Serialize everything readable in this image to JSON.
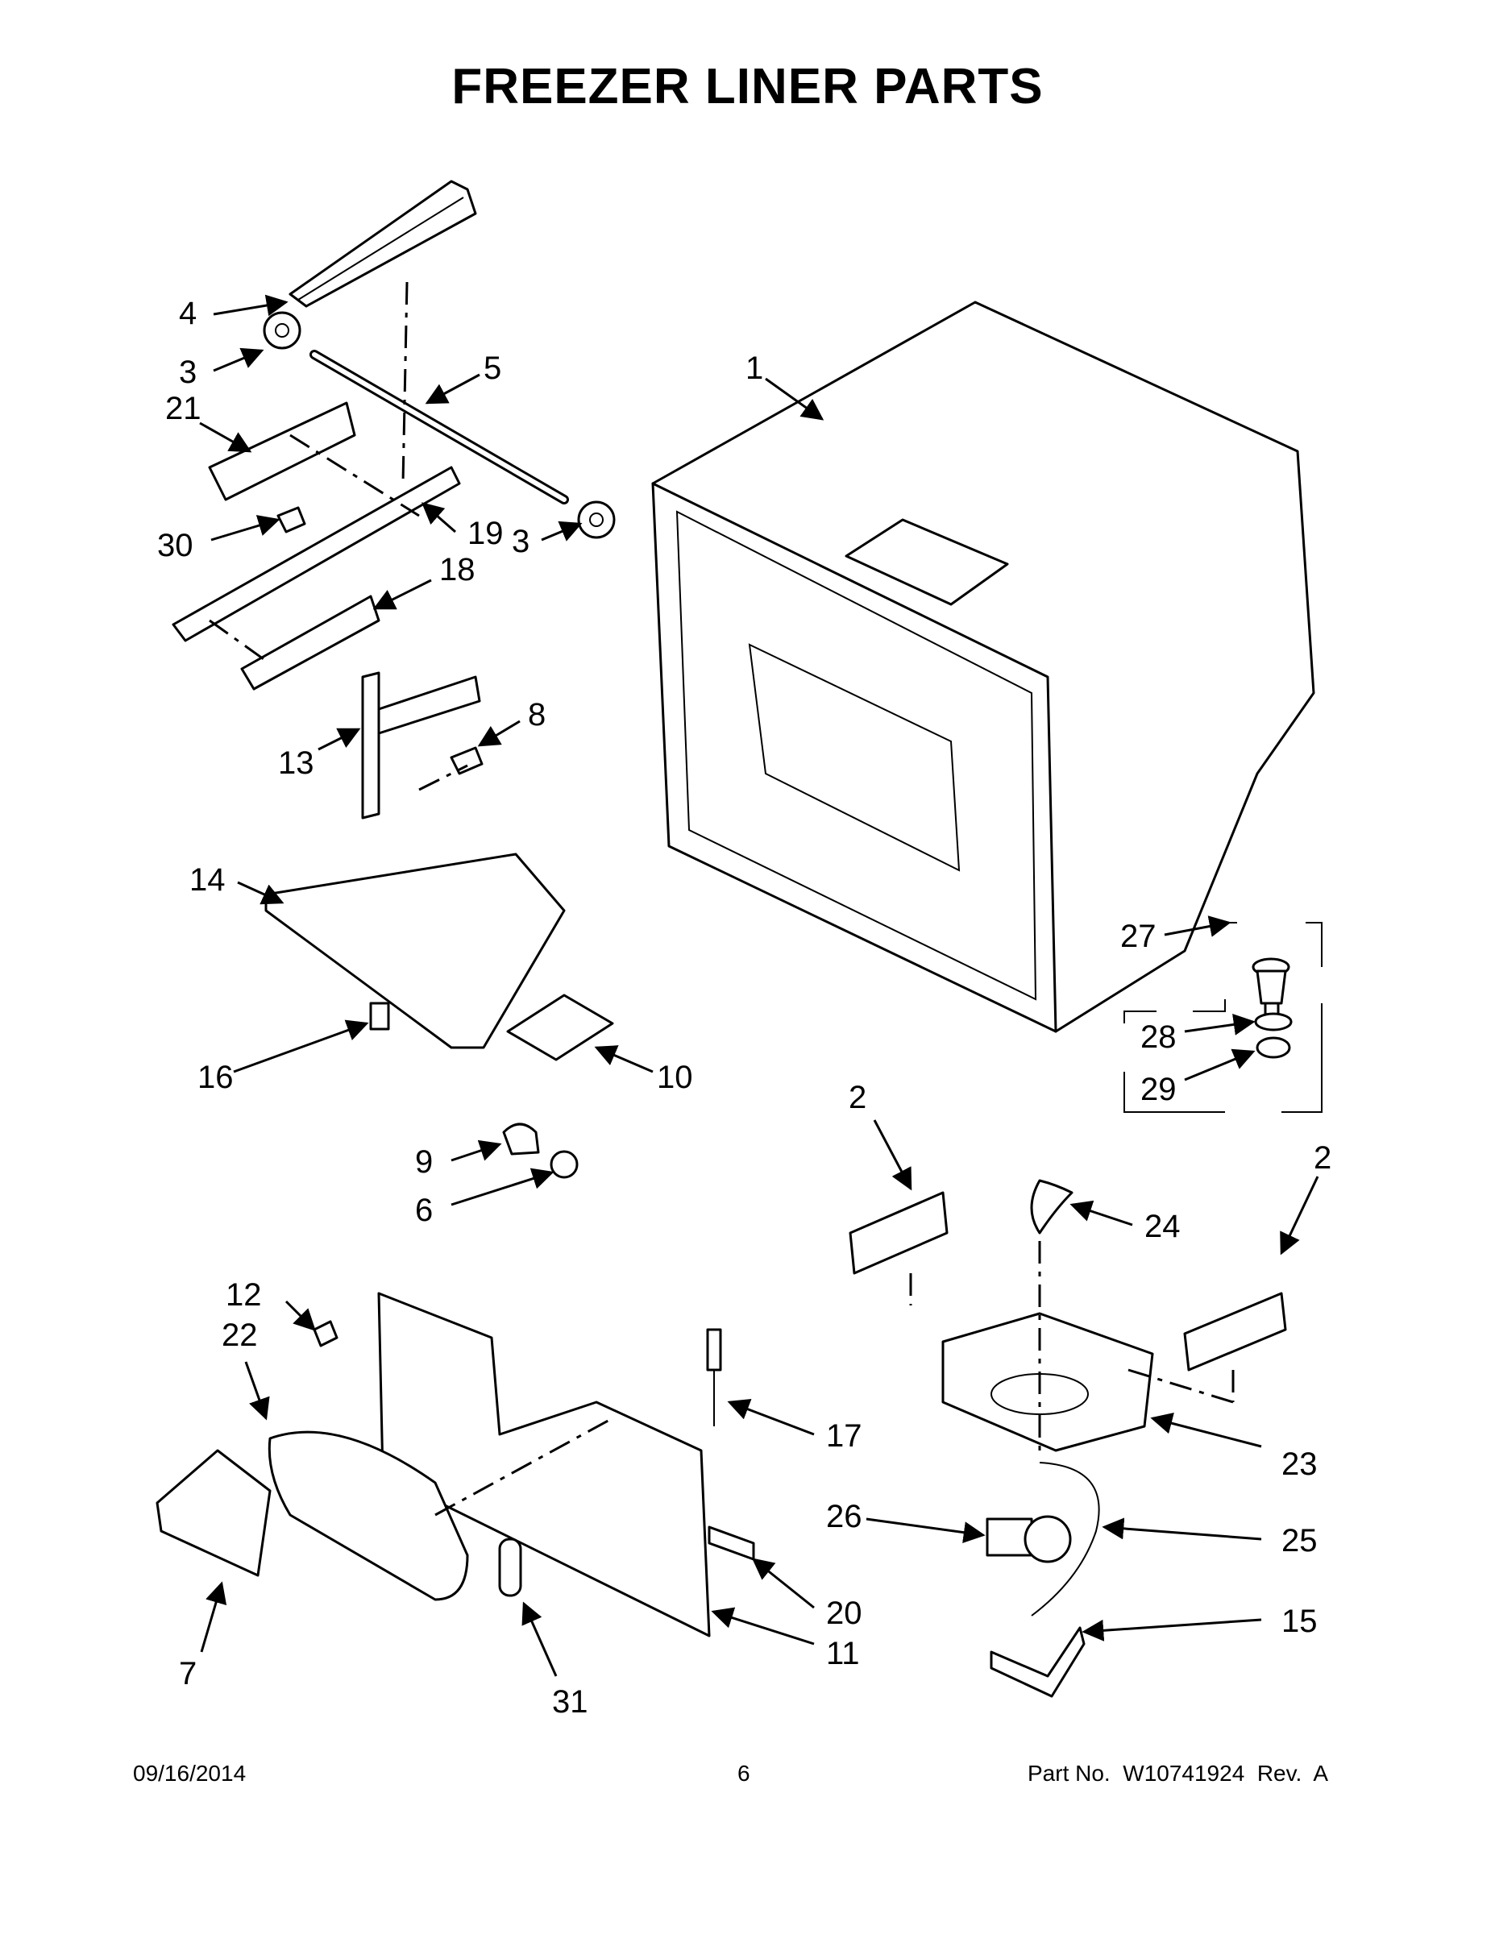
{
  "title": "FREEZER LINER PARTS",
  "footer": {
    "date": "09/16/2014",
    "page": "6",
    "part_no": "Part No.  W10741924  Rev.  A"
  },
  "callouts": [
    "1",
    "2",
    "2",
    "3",
    "3",
    "4",
    "5",
    "6",
    "7",
    "8",
    "9",
    "10",
    "11",
    "12",
    "13",
    "14",
    "15",
    "16",
    "17",
    "18",
    "19",
    "20",
    "21",
    "22",
    "23",
    "24",
    "25",
    "26",
    "27",
    "28",
    "29",
    "30",
    "31"
  ]
}
